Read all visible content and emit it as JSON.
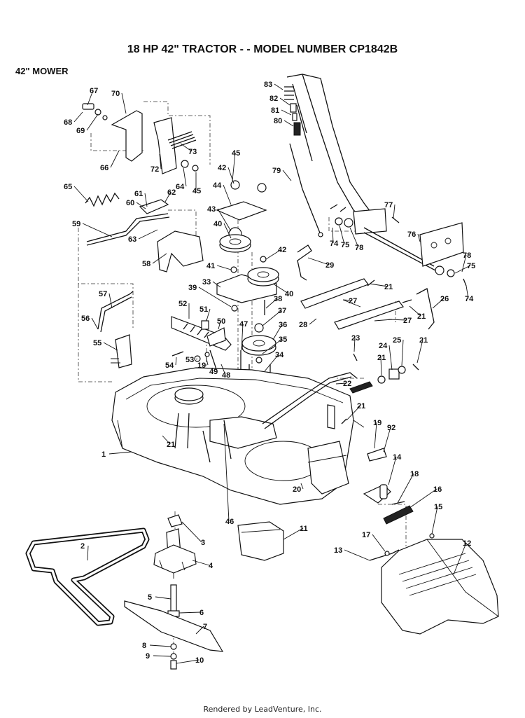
{
  "header": {
    "title": "18 HP 42\"  TRACTOR - - MODEL NUMBER CP1842B",
    "section": "42\" MOWER"
  },
  "footer": {
    "credit": "Rendered by LeadVenture, Inc."
  },
  "callouts": [
    "67",
    "70",
    "68",
    "69",
    "66",
    "72",
    "73",
    "64",
    "45",
    "42",
    "44",
    "43",
    "40",
    "45",
    "65",
    "61",
    "62",
    "60",
    "59",
    "63",
    "58",
    "42",
    "41",
    "33",
    "39",
    "40",
    "38",
    "37",
    "36",
    "35",
    "34",
    "57",
    "56",
    "55",
    "52",
    "51",
    "50",
    "47",
    "54",
    "53",
    "19",
    "49",
    "48",
    "83",
    "82",
    "81",
    "80",
    "79",
    "77",
    "76",
    "74",
    "75",
    "78",
    "78",
    "75",
    "74",
    "29",
    "21",
    "27",
    "28",
    "27",
    "21",
    "26",
    "21",
    "24",
    "25",
    "21",
    "23",
    "22",
    "21",
    "19",
    "92",
    "14",
    "18",
    "16",
    "15",
    "12",
    "1",
    "21",
    "46",
    "20",
    "11",
    "2",
    "3",
    "4",
    "5",
    "6",
    "7",
    "8",
    "9",
    "10",
    "13",
    "17"
  ]
}
